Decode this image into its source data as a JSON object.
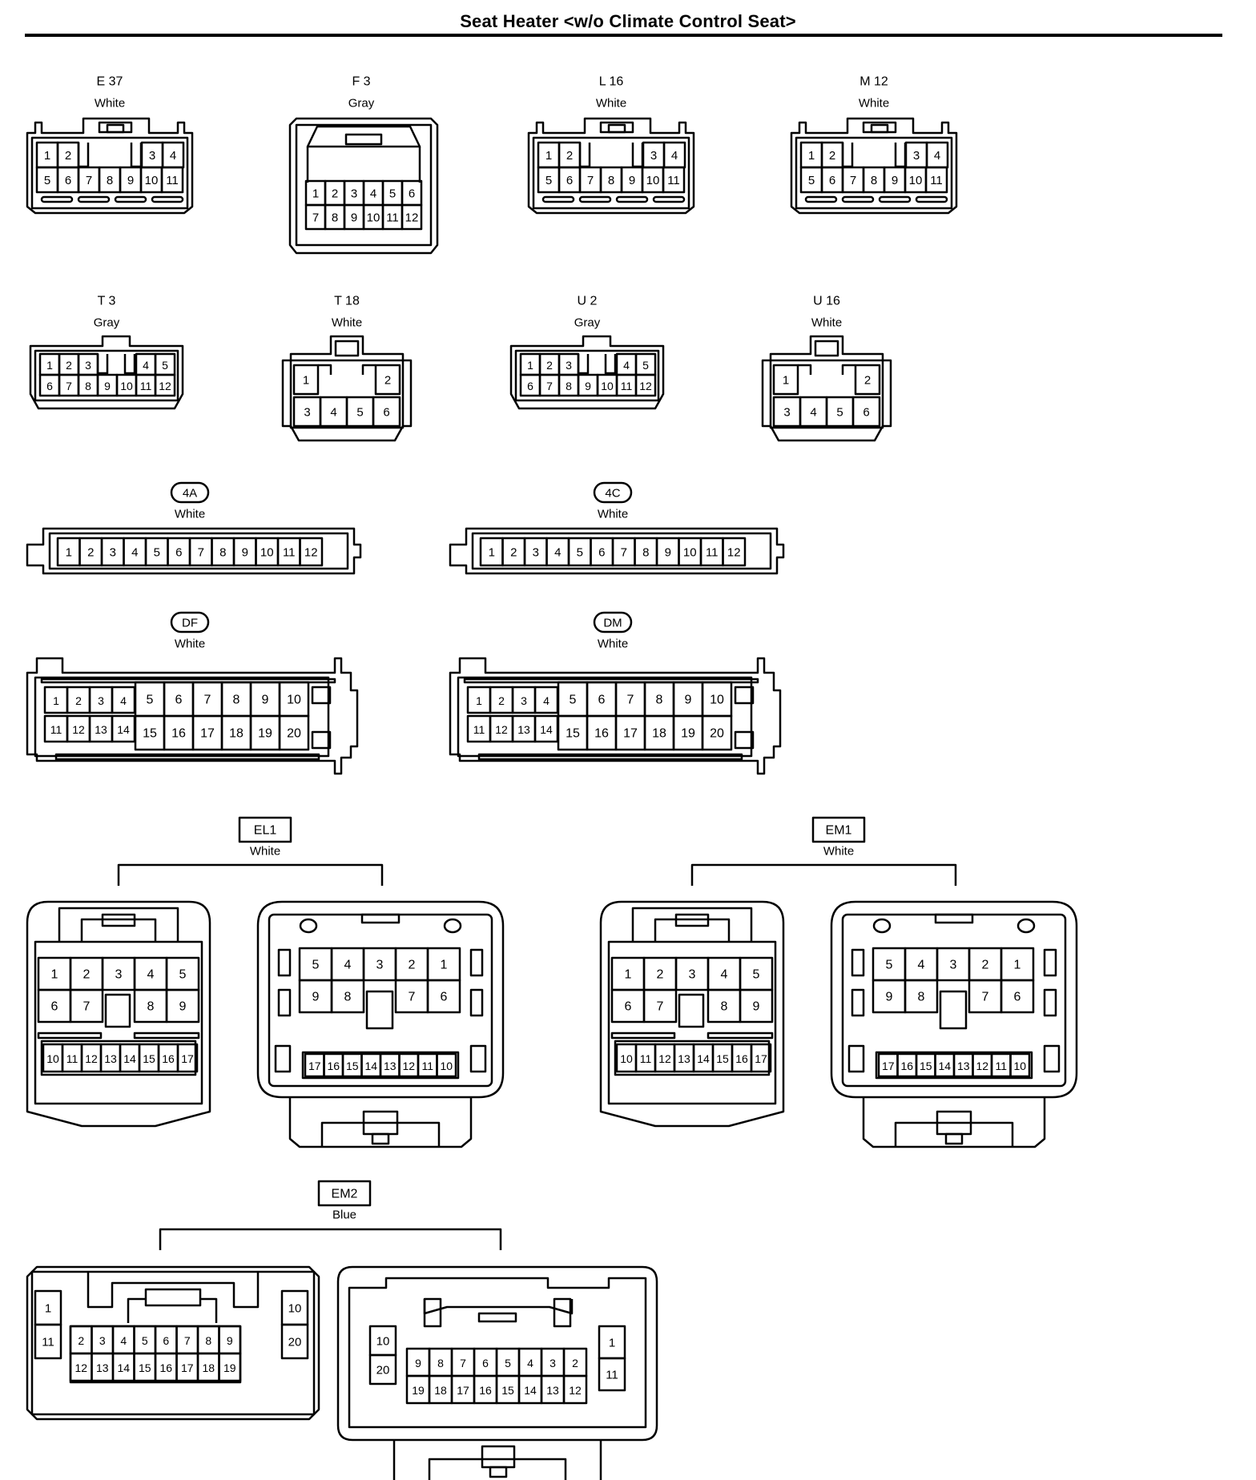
{
  "title": "Seat Heater <w/o Climate Control Seat>",
  "connectors": [
    {
      "id": "E 37",
      "color": "White"
    },
    {
      "id": "F 3",
      "color": "Gray"
    },
    {
      "id": "L 16",
      "color": "White"
    },
    {
      "id": "M 12",
      "color": "White"
    },
    {
      "id": "T 3",
      "color": "Gray"
    },
    {
      "id": "T 18",
      "color": "White"
    },
    {
      "id": "U 2",
      "color": "Gray"
    },
    {
      "id": "U 16",
      "color": "White"
    },
    {
      "id": "4A",
      "color": "White"
    },
    {
      "id": "4C",
      "color": "White"
    },
    {
      "id": "DF",
      "color": "White"
    },
    {
      "id": "DM",
      "color": "White"
    },
    {
      "id": "EL1",
      "color": "White"
    },
    {
      "id": "EM1",
      "color": "White"
    },
    {
      "id": "EM2",
      "color": "Blue"
    }
  ]
}
